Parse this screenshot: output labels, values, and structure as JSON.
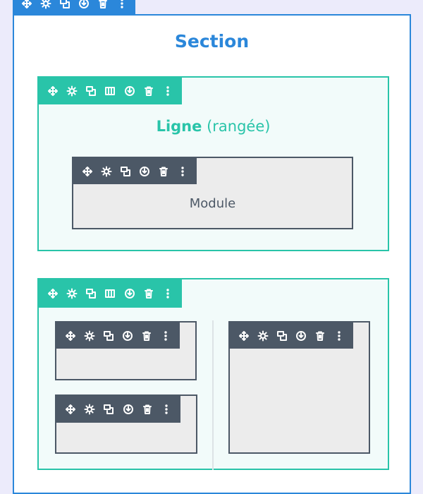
{
  "section": {
    "title": "Section"
  },
  "row1": {
    "title_main": "Ligne",
    "title_sub": "(rangée)"
  },
  "module": {
    "label": "Module"
  },
  "colors": {
    "section_accent": "#2b87da",
    "row_accent": "#29c4a9",
    "module_accent": "#4c5866",
    "page_background": "#ecebfb"
  },
  "toolbars": {
    "section": [
      "move-icon",
      "gear-icon",
      "duplicate-icon",
      "save-icon",
      "trash-icon",
      "more-icon"
    ],
    "row": [
      "move-icon",
      "gear-icon",
      "duplicate-icon",
      "columns-icon",
      "save-icon",
      "trash-icon",
      "more-icon"
    ],
    "module": [
      "move-icon",
      "gear-icon",
      "duplicate-icon",
      "save-icon",
      "trash-icon",
      "more-icon"
    ]
  }
}
